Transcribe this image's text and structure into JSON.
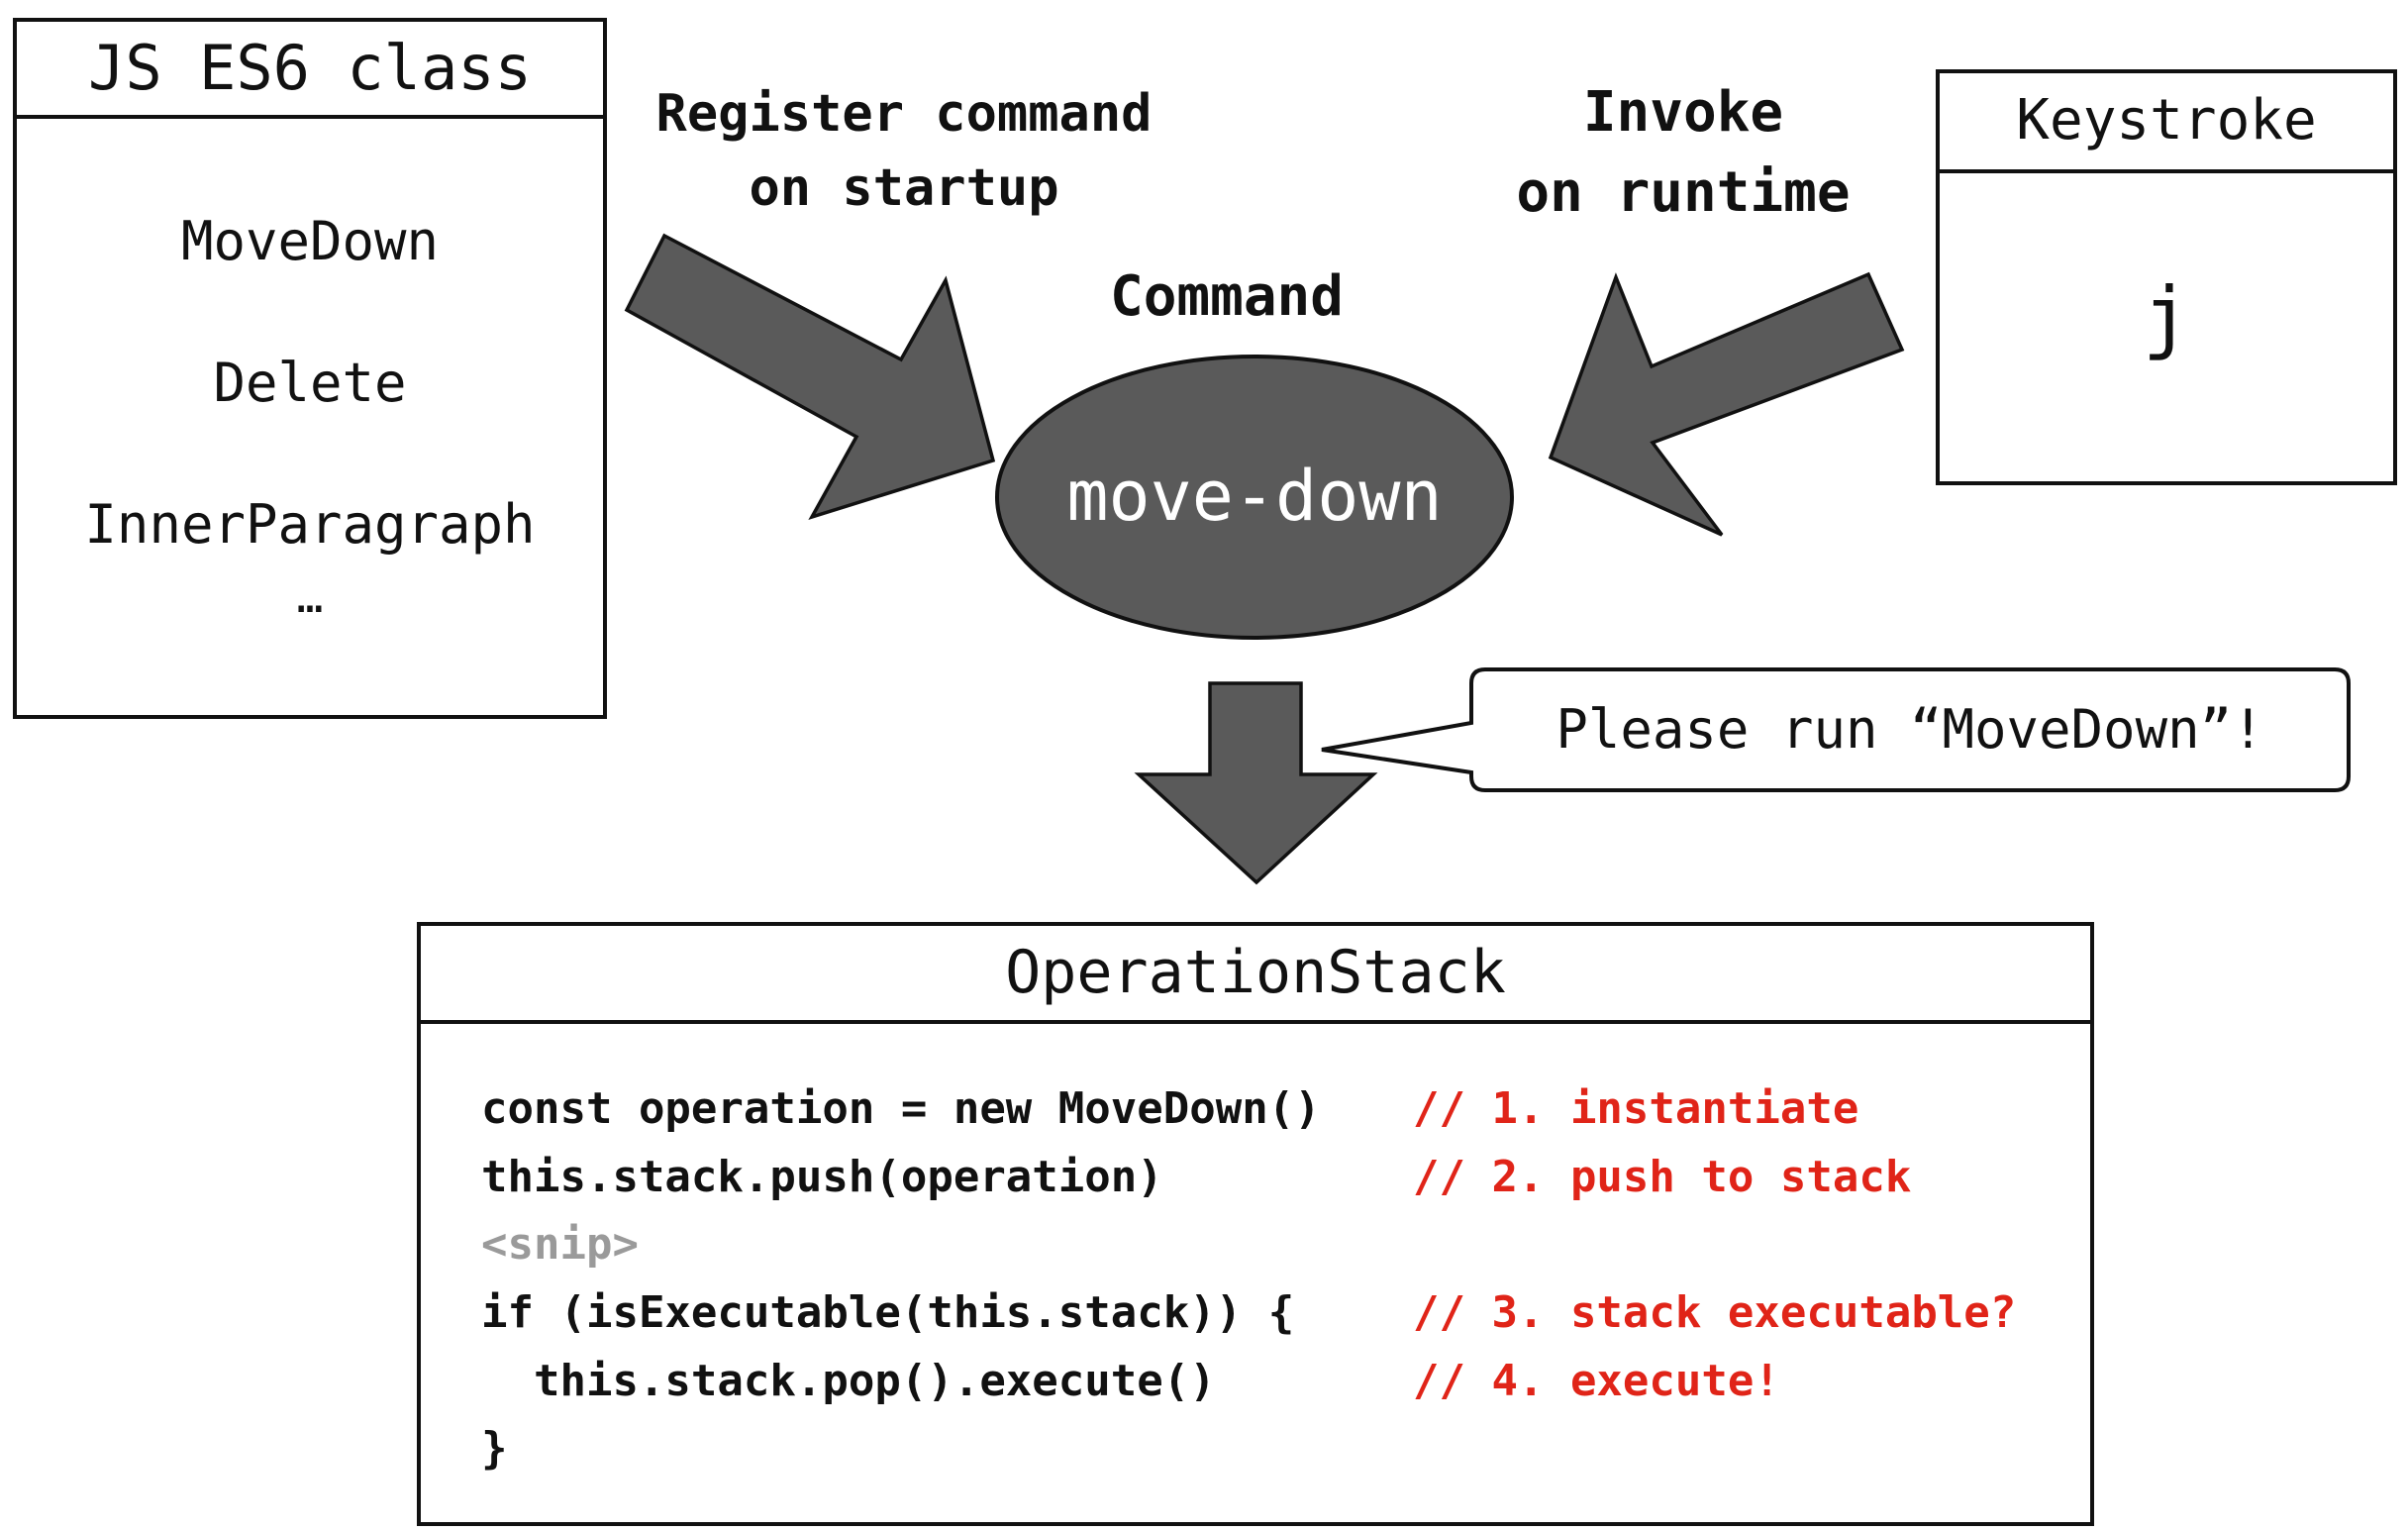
{
  "colors": {
    "stroke": "#111111",
    "arrow_fill": "#5a5a5a",
    "ellipse_fill": "#5a5a5a",
    "ellipse_text": "#ffffff",
    "comment_red": "#e02418",
    "snip_gray": "#9a9a9a"
  },
  "es6_box": {
    "title": "JS ES6 class",
    "items": [
      "MoveDown",
      "Delete",
      "InnerParagraph",
      "…"
    ]
  },
  "register_label": {
    "line1": "Register command",
    "line2": "on startup"
  },
  "invoke_label": {
    "line1": "Invoke",
    "line2": "on runtime"
  },
  "command": {
    "label": "Command",
    "name": "move-down"
  },
  "keystroke_box": {
    "title": "Keystroke",
    "key": "j"
  },
  "callout": {
    "text": "Please run “MoveDown”!"
  },
  "operation_stack": {
    "title": "OperationStack",
    "code": [
      {
        "code": "const operation = new MoveDown()",
        "comment": "// 1. instantiate"
      },
      {
        "code": "this.stack.push(operation)",
        "comment": "// 2. push to stack"
      },
      {
        "code": "<snip>",
        "comment": ""
      },
      {
        "code": "if (isExecutable(this.stack)) {",
        "comment": "// 3. stack executable?"
      },
      {
        "code": "  this.stack.pop().execute()",
        "comment": "// 4. execute!"
      },
      {
        "code": "}",
        "comment": ""
      }
    ]
  }
}
